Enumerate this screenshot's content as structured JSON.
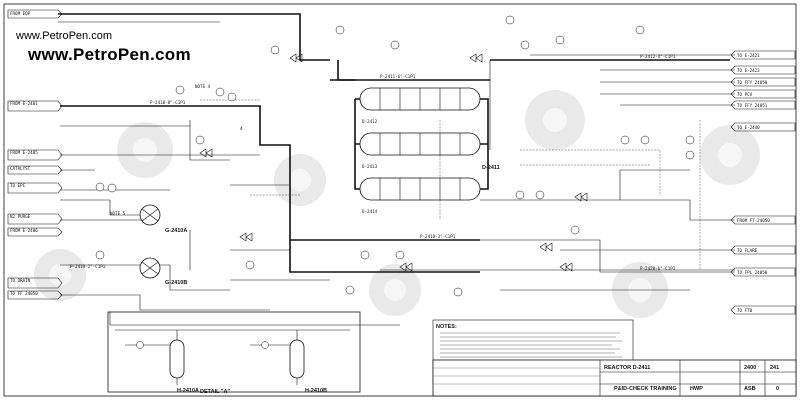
{
  "watermark": {
    "small": "www.PetroPen.com",
    "large": "www.PetroPen.com"
  },
  "reactor": {
    "tag": "D-2411",
    "catalyst_tags": [
      "D-2412",
      "D-2413",
      "D-2414"
    ]
  },
  "equipment_tags": {
    "e1": "G-2410A",
    "e2": "G-2410B",
    "h1": "H-2410A",
    "h2": "H-2410B"
  },
  "detail_label": "DETAIL \"A\"",
  "notes_heading": "NOTES:",
  "title_block": {
    "drawing_title": "REACTOR D-2411",
    "training": "P&ID-CHECK TRAINING",
    "dwg_no": "2400",
    "sheet": "241",
    "rev_code": "ASB",
    "rev": "0",
    "logo": "HWP"
  },
  "offpage_left": [
    "FROM E-2401",
    "FROM E-2405",
    "CATALYST",
    "TO EPC",
    "N2 PURGE",
    "FROM E-2406",
    "TO DRAIN",
    "TO FF 24050",
    "FROM EQP"
  ],
  "offpage_right": [
    "TO E-2421",
    "TO E-2423",
    "TO FFY 24050",
    "TO PCV",
    "TO FFY 24051",
    "TO E-2440",
    "FROM FT-24050",
    "TO FLARE",
    "TO FPL 24050",
    "TO FTB"
  ],
  "line_labels": [
    "P-2410-8\"-C1P1",
    "P-2411-6\"-C1P1",
    "P-2412-4\"-C1P1",
    "P-2418-3\"-C1P1",
    "P-2419-2\"-C1P1",
    "P-2420-6\"-C1P1"
  ],
  "misc_labels": [
    "NOTE 4",
    "NOTE 5",
    "4"
  ]
}
